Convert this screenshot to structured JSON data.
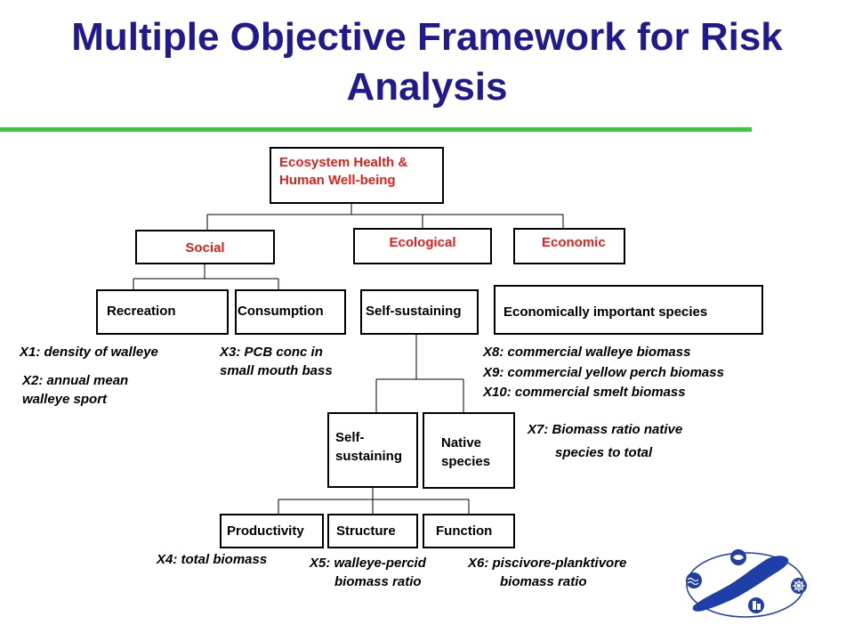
{
  "title": "Multiple Objective Framework for Risk Analysis",
  "nodes": {
    "root": "Ecosystem Health & Human Well-being",
    "social": "Social",
    "ecological": "Ecological",
    "economic": "Economic",
    "recreation": "Recreation",
    "consumption": "Consumption",
    "self_sustaining_top": "Self-sustaining",
    "economically_important": "Economically important species",
    "self_sustaining": "Self- sustaining",
    "native_species": "Native species",
    "productivity": "Productivity",
    "structure": "Structure",
    "function": "Function"
  },
  "attributes": {
    "x1": "X1: density of walleye",
    "x2_line1": "X2: annual mean",
    "x2_line2": "walleye sport",
    "x3_line1": "X3: PCB conc in",
    "x3_line2": "small mouth bass",
    "x4": "X4: total biomass",
    "x5_line1": "X5: walleye-percid",
    "x5_line2": "biomass ratio",
    "x6_line1": "X6: piscivore-planktivore",
    "x6_line2": "biomass ratio",
    "x7_line1": "X7: Biomass ratio native",
    "x7_line2": "species to total",
    "x8": "X8: commercial walleye biomass",
    "x9": "X9: commercial yellow perch biomass",
    "x10": "X10: commercial smelt biomass"
  },
  "colors": {
    "title": "#1f1a8e",
    "rule": "#3ec63e",
    "node_text_red": "#e0201a",
    "logo_lake": "#1f3fa8"
  },
  "logo": {
    "icons": [
      "fish-icon",
      "wave-icon",
      "ship-wheel-icon",
      "building-icon"
    ]
  }
}
